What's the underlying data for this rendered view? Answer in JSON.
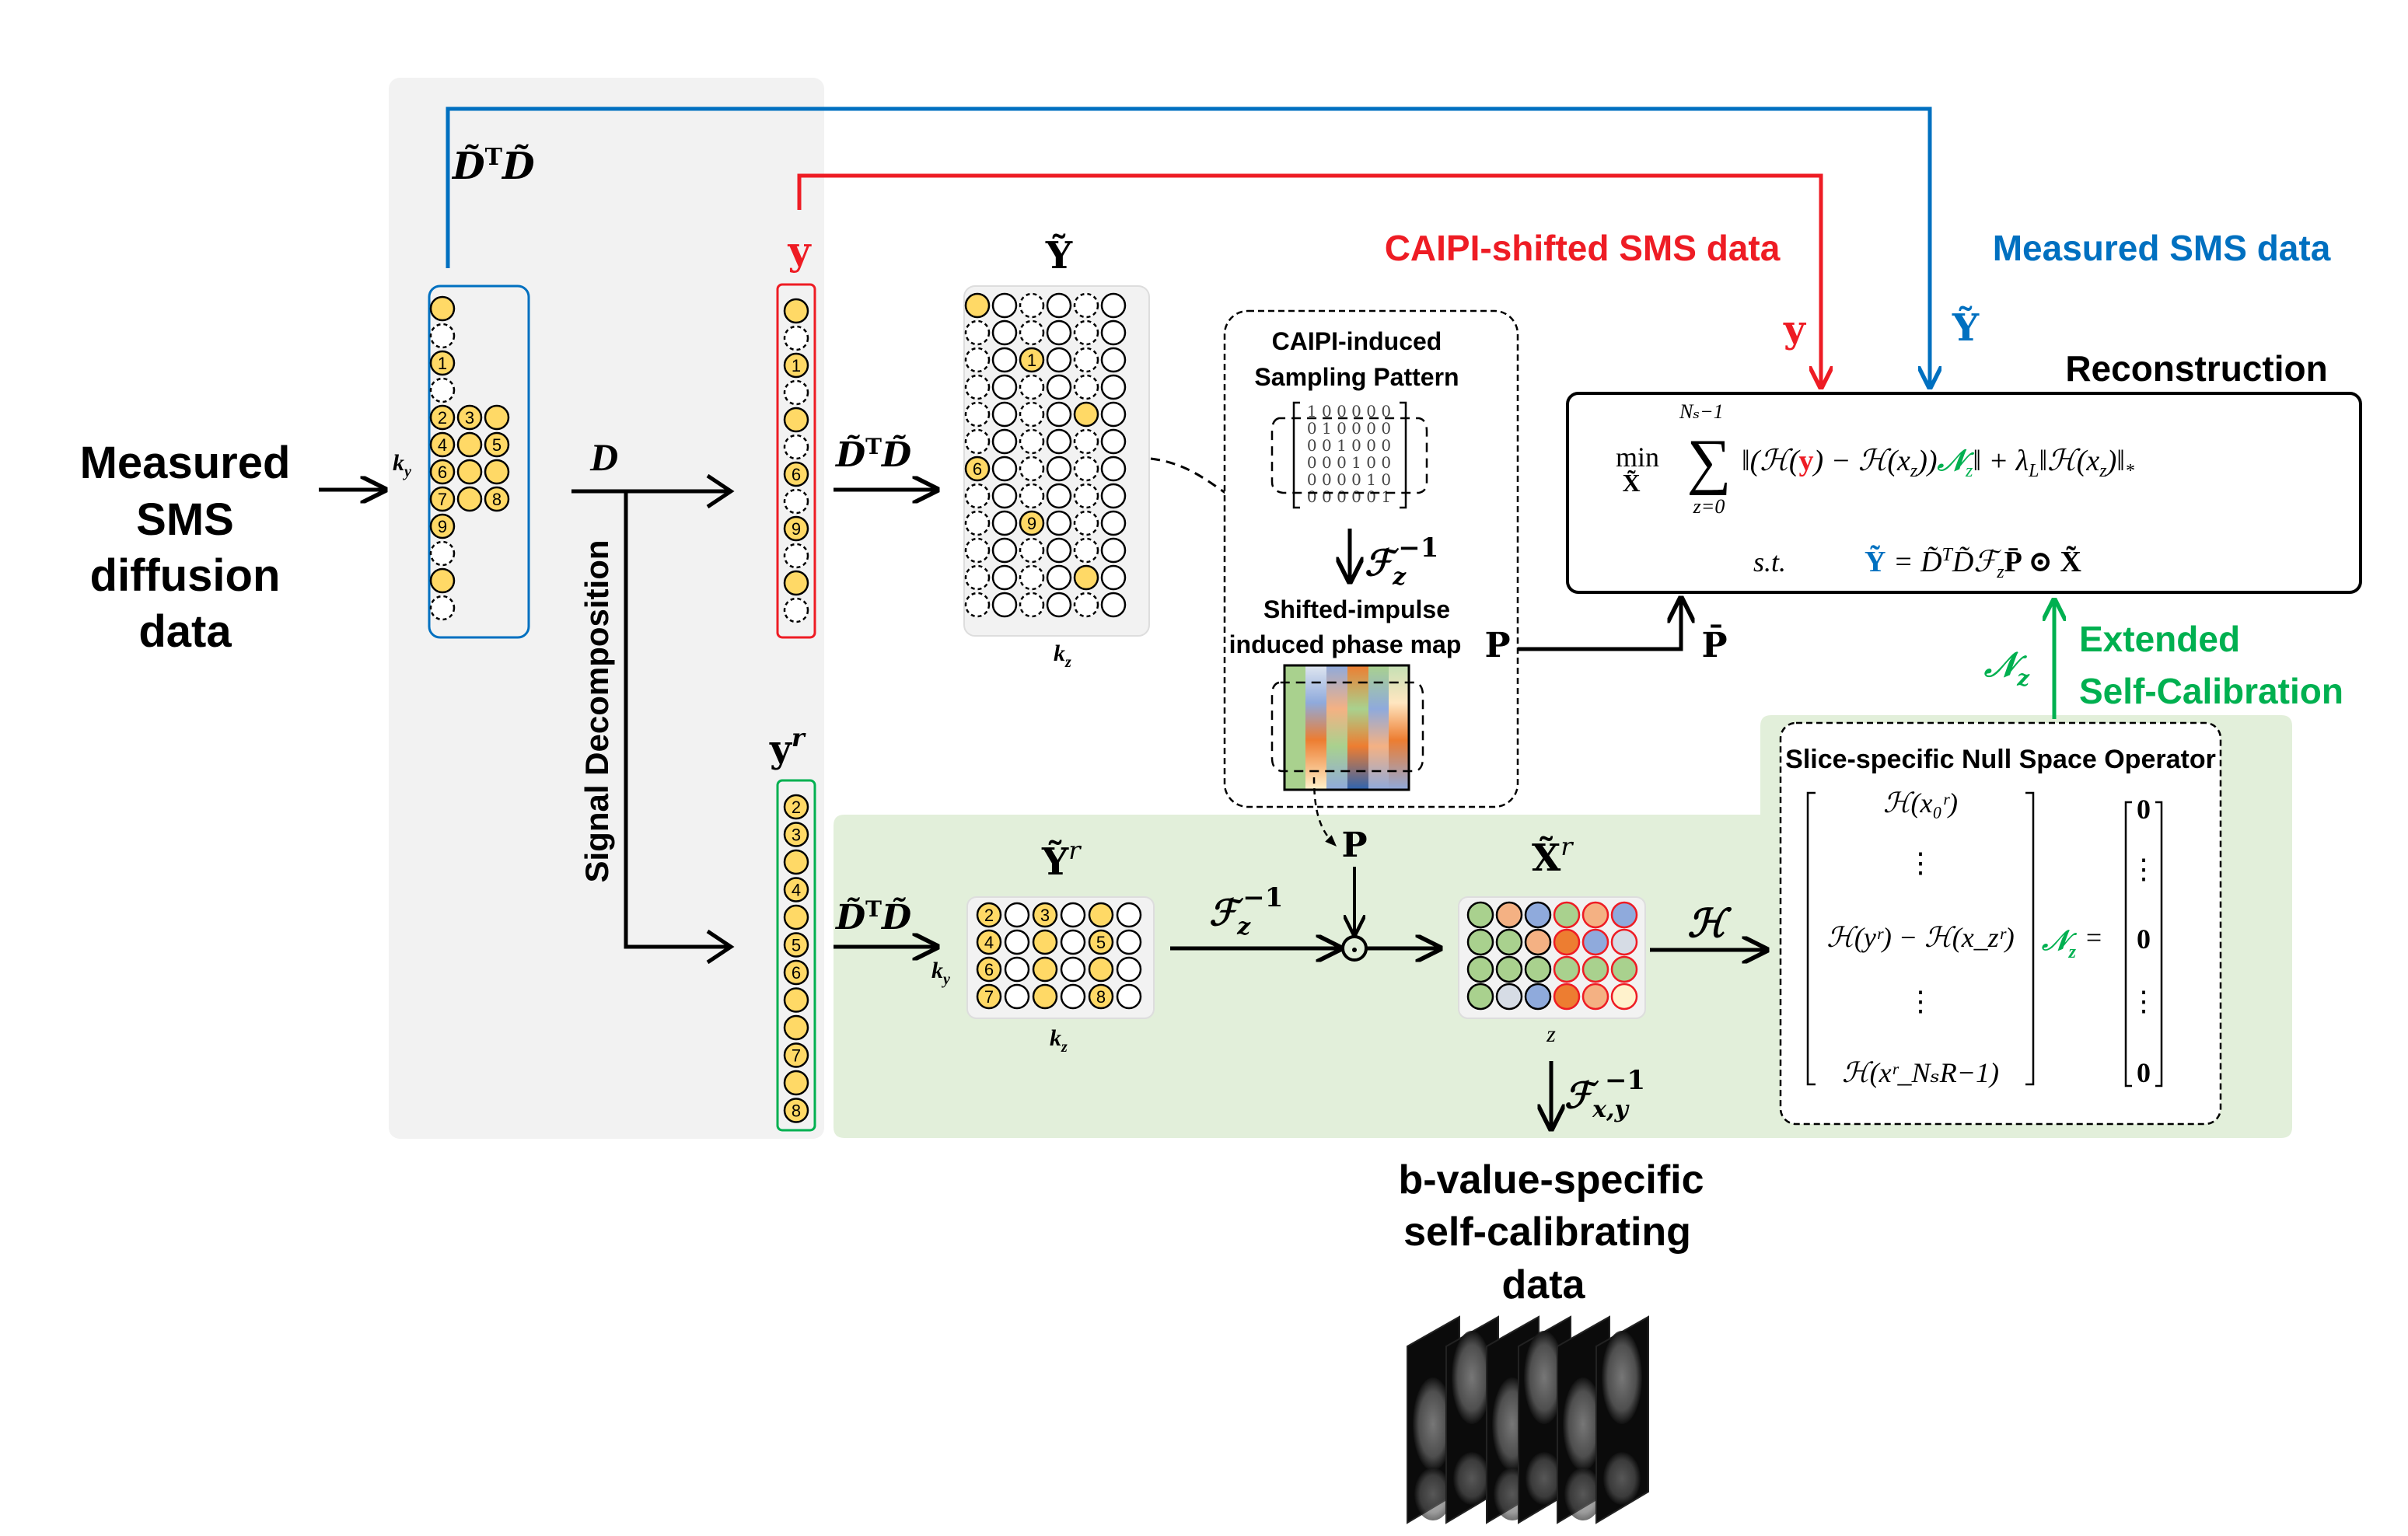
{
  "colors": {
    "red": "#ee1c24",
    "blue": "#0070c0",
    "green": "#00b050",
    "yellow": "#ffd966",
    "gray_bg": "#f2f2f2",
    "green_bg": "#e2efda"
  },
  "left_label": [
    "Measured",
    "SMS",
    "diffusion",
    "data"
  ],
  "ky": "k",
  "ky_sub": "y",
  "kz": "k",
  "kz_sub": "z",
  "dtd": "D̃",
  "dtd_T": "T",
  "dtd2": "D̃",
  "decomp_op": "D",
  "signal_decomposition": "Signal Decomposition",
  "y_label": "y",
  "yr_label": "y",
  "yr_sup": "r",
  "Y_label": "Ỹ",
  "Yr_label": "Ỹ",
  "Xr_label": "X̃",
  "r_sup": "r",
  "z_label": "z",
  "caipi_shifted": "CAIPI-shifted SMS data",
  "measured_sms": "Measured SMS data",
  "reconstruction": "Reconstruction",
  "caipi_box": {
    "title1": "CAIPI-induced",
    "title2": "Sampling Pattern",
    "matrix": [
      "1 0 0 0 0 0",
      "0 1 0 0 0 0",
      "0 0 1 0 0 0",
      "0 0 0 1 0 0",
      "0 0 0 0 1 0",
      "0 0 0 0 0 1"
    ],
    "fz": "ℱ",
    "fz_sub": "z",
    "fz_sup": "−1",
    "shifted1": "Shifted-impulse",
    "shifted2": "induced phase map",
    "P": "P"
  },
  "Pbar": "P̄",
  "P_lower": "P",
  "fz_lower": {
    "f": "ℱ",
    "sub": "z",
    "sup": "−1"
  },
  "fxy": {
    "f": "ℱ",
    "sub": "x,y",
    "sup": "−1"
  },
  "H_op": "ℋ",
  "extended1": "Extended",
  "extended2": "Self-Calibration",
  "nz": {
    "n": "𝒩",
    "sub": "z"
  },
  "formula": {
    "min": "min",
    "min_sub": "X̃",
    "sigma": "∑",
    "sigma_top": "Nₛ−1",
    "sigma_bot": "z=0",
    "p1": "‖(ℋ(",
    "py": "y",
    "p2": ") − ℋ(x",
    "p2s": "z",
    "p3": "))",
    "pn": "𝒩",
    "pns": "z",
    "p4": "‖ + λ",
    "p4s": "L",
    "p5": "‖ℋ(x",
    "p5s": "z",
    "p6": ")‖",
    "p6s": "*",
    "st": "s.t.",
    "cy": "Ỹ",
    "c1": " = D̃",
    "c1sup": "T",
    "c2": "D̃ℱ",
    "c2s": "z",
    "c3": "P̄ ⊙ X̃"
  },
  "null_space": {
    "title": "Slice-specific Null Space Operator",
    "rows": [
      "ℋ(x₀ʳ)",
      "⋮",
      "ℋ(yʳ) − ℋ(x_zʳ)",
      "⋮",
      "ℋ(xʳ_NₛR−1)"
    ],
    "rhs": [
      "0",
      "⋮",
      "0",
      "⋮",
      "0"
    ],
    "eq": "="
  },
  "output_label": [
    "b-value-specific",
    "self-calibrating",
    "data"
  ],
  "grids": {
    "measured": [
      [
        "f"
      ],
      [
        "d"
      ],
      [
        "1"
      ],
      [
        "d"
      ],
      [
        "2",
        "3",
        "f"
      ],
      [
        "4",
        "f",
        "5"
      ],
      [
        "6",
        "f",
        "f"
      ],
      [
        "7",
        "f",
        "8"
      ],
      [
        "9"
      ],
      [
        "d"
      ],
      [
        "f"
      ],
      [
        "d"
      ]
    ],
    "y": [
      [
        "f"
      ],
      [
        "d"
      ],
      [
        "1"
      ],
      [
        "d"
      ],
      [
        "f"
      ],
      [
        "d"
      ],
      [
        "6"
      ],
      [
        "d"
      ],
      [
        "9"
      ],
      [
        "d"
      ],
      [
        "f"
      ],
      [
        "d"
      ]
    ],
    "Y": [
      [
        "f",
        "s",
        "d",
        "s",
        "d",
        "s"
      ],
      [
        "d",
        "s",
        "d",
        "s",
        "d",
        "s"
      ],
      [
        "d",
        "s",
        "1",
        "s",
        "d",
        "s"
      ],
      [
        "d",
        "s",
        "d",
        "s",
        "d",
        "s"
      ],
      [
        "d",
        "s",
        "d",
        "s",
        "f",
        "s"
      ],
      [
        "d",
        "s",
        "d",
        "s",
        "d",
        "s"
      ],
      [
        "6",
        "s",
        "d",
        "s",
        "d",
        "s"
      ],
      [
        "d",
        "s",
        "d",
        "s",
        "d",
        "s"
      ],
      [
        "d",
        "s",
        "9",
        "s",
        "d",
        "s"
      ],
      [
        "d",
        "s",
        "d",
        "s",
        "d",
        "s"
      ],
      [
        "d",
        "s",
        "d",
        "s",
        "f",
        "s"
      ],
      [
        "d",
        "s",
        "d",
        "s",
        "d",
        "s"
      ]
    ],
    "yr": [
      [
        "2"
      ],
      [
        "3"
      ],
      [
        "f"
      ],
      [
        "4"
      ],
      [
        "f"
      ],
      [
        "5"
      ],
      [
        "6"
      ],
      [
        "f"
      ],
      [
        "f"
      ],
      [
        "7"
      ],
      [
        "f"
      ],
      [
        "8"
      ]
    ],
    "Yr": [
      [
        "2",
        "s",
        "3",
        "s",
        "f",
        "s"
      ],
      [
        "4",
        "s",
        "f",
        "s",
        "5",
        "s"
      ],
      [
        "6",
        "s",
        "f",
        "s",
        "f",
        "s"
      ],
      [
        "7",
        "s",
        "f",
        "s",
        "8",
        "s"
      ]
    ],
    "Xr": [
      [
        "#a9d18e",
        "#f4b183",
        "#8faadc",
        "#a9d18e",
        "#f4b183",
        "#8faadc"
      ],
      [
        "#a9d18e",
        "#a9d18e",
        "#f4b183",
        "#ed7d31",
        "#8faadc",
        "#d6dce5"
      ],
      [
        "#a9d18e",
        "#a9d18e",
        "#a9d18e",
        "#a9d18e",
        "#a9d18e",
        "#a9d18e"
      ],
      [
        "#a9d18e",
        "#d6dce5",
        "#8faadc",
        "#ed7d31",
        "#f4b183",
        "#fff2cc"
      ]
    ]
  }
}
